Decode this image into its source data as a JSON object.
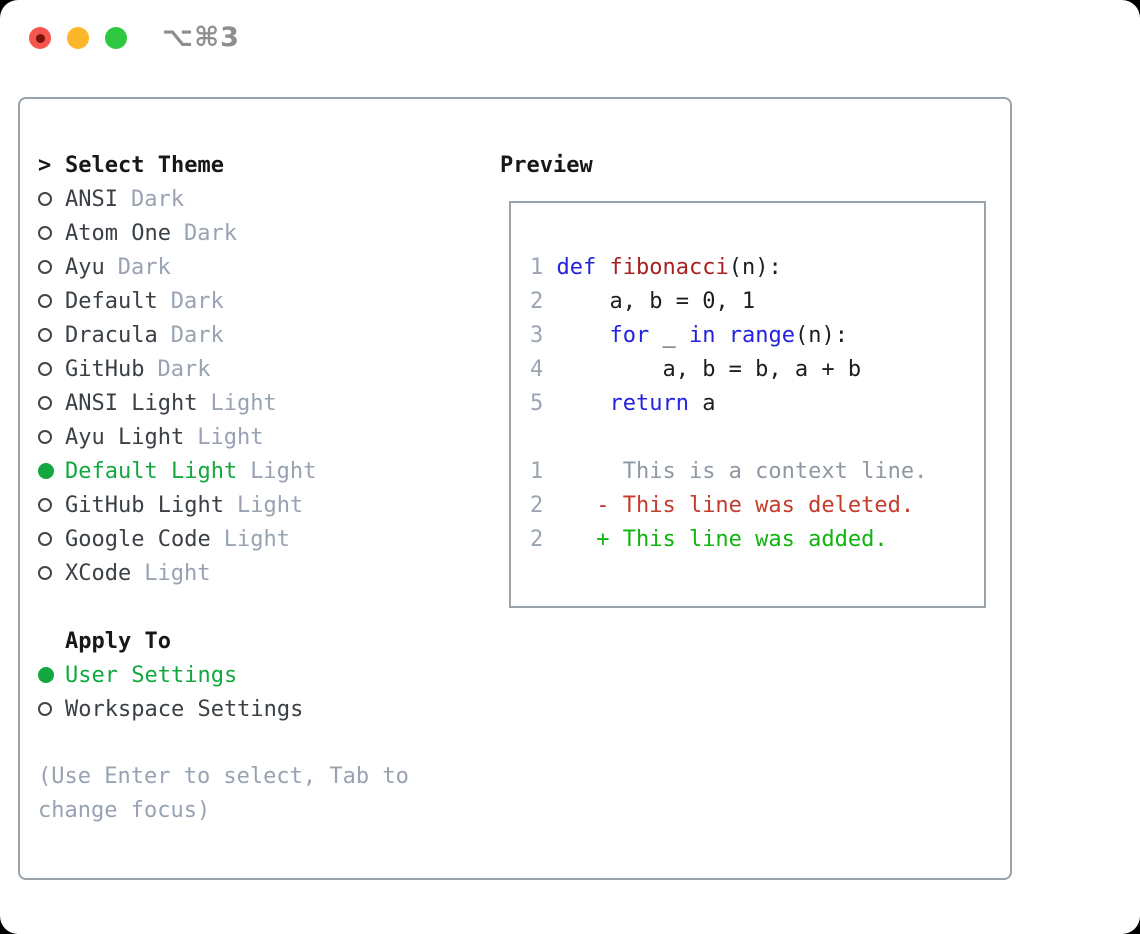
{
  "window": {
    "title": "⌥⌘3"
  },
  "colors": {
    "accent_green": "#13a83f",
    "muted_gray": "#98a2b3",
    "item_text": "#3a4046",
    "header_text": "#17181a",
    "panel_border": "#9aa2ac",
    "keyword_blue": "#2222e0",
    "function_red": "#a42222",
    "code_text": "#1c1e22",
    "line_number": "#9aa4b2",
    "context_gray": "#8f98a3",
    "deleted_red": "#c53b2c",
    "added_green": "#0fb40f",
    "titlebar_text": "#8e8e8e",
    "traffic_red": "#f4564e",
    "traffic_red_dot": "#7c120b",
    "traffic_yellow": "#fcb62a",
    "traffic_green": "#2ec940"
  },
  "theme_picker": {
    "header_prefix": ">",
    "header": "Select Theme",
    "items": [
      {
        "name": "ANSI",
        "variant": "Dark",
        "selected": false
      },
      {
        "name": "Atom One",
        "variant": "Dark",
        "selected": false
      },
      {
        "name": "Ayu",
        "variant": "Dark",
        "selected": false
      },
      {
        "name": "Default",
        "variant": "Dark",
        "selected": false
      },
      {
        "name": "Dracula",
        "variant": "Dark",
        "selected": false
      },
      {
        "name": "GitHub",
        "variant": "Dark",
        "selected": false
      },
      {
        "name": "ANSI Light",
        "variant": "Light",
        "selected": false
      },
      {
        "name": "Ayu Light",
        "variant": "Light",
        "selected": false
      },
      {
        "name": "Default Light",
        "variant": "Light",
        "selected": true
      },
      {
        "name": "GitHub Light",
        "variant": "Light",
        "selected": false
      },
      {
        "name": "Google Code",
        "variant": "Light",
        "selected": false
      },
      {
        "name": "XCode",
        "variant": "Light",
        "selected": false
      }
    ]
  },
  "apply_to": {
    "header": "Apply To",
    "items": [
      {
        "name": "User Settings",
        "selected": true
      },
      {
        "name": "Workspace Settings",
        "selected": false
      }
    ]
  },
  "hint": "(Use Enter to select, Tab to change focus)",
  "preview": {
    "title": "Preview",
    "code_lines": [
      {
        "num": "1",
        "tokens": [
          {
            "text": " ",
            "style": "plain"
          },
          {
            "text": "def",
            "style": "keyword"
          },
          {
            "text": " ",
            "style": "plain"
          },
          {
            "text": "fibonacci",
            "style": "function"
          },
          {
            "text": "(n):",
            "style": "plain"
          }
        ]
      },
      {
        "num": "2",
        "tokens": [
          {
            "text": "     a, b = 0, 1",
            "style": "plain"
          }
        ]
      },
      {
        "num": "3",
        "tokens": [
          {
            "text": "     ",
            "style": "plain"
          },
          {
            "text": "for",
            "style": "keyword"
          },
          {
            "text": " _ ",
            "style": "plain"
          },
          {
            "text": "in",
            "style": "keyword"
          },
          {
            "text": " ",
            "style": "plain"
          },
          {
            "text": "range",
            "style": "keyword"
          },
          {
            "text": "(n):",
            "style": "plain"
          }
        ]
      },
      {
        "num": "4",
        "tokens": [
          {
            "text": "         a, b = b, a + b",
            "style": "plain"
          }
        ]
      },
      {
        "num": "5",
        "tokens": [
          {
            "text": "     ",
            "style": "plain"
          },
          {
            "text": "return",
            "style": "keyword"
          },
          {
            "text": " a",
            "style": "plain"
          }
        ]
      }
    ],
    "diff_lines": [
      {
        "num": "1",
        "kind": "context",
        "tokens": [
          {
            "text": "      This is a context line.",
            "style": "context"
          }
        ]
      },
      {
        "num": "2",
        "kind": "deleted",
        "tokens": [
          {
            "text": "    - This line was deleted.",
            "style": "deleted"
          }
        ]
      },
      {
        "num": "2",
        "kind": "added",
        "tokens": [
          {
            "text": "    + This line was added.",
            "style": "added"
          }
        ]
      }
    ]
  }
}
